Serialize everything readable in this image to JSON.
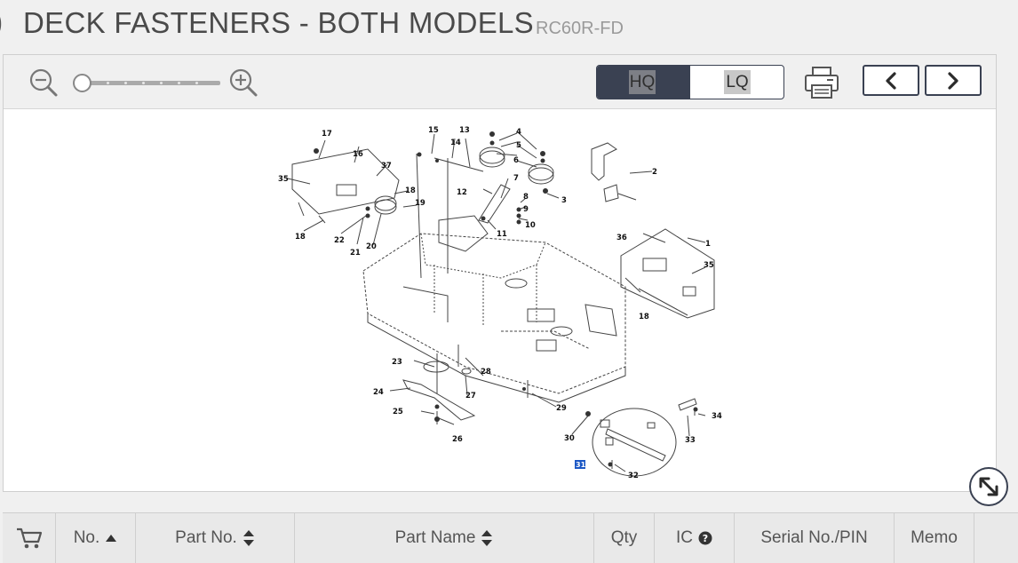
{
  "page": {
    "title": "DECK FASTENERS - BOTH MODELS",
    "model": "RC60R-FD",
    "leading_char": ")"
  },
  "toolbar": {
    "zoom_out_icon": "zoom-out-icon",
    "zoom_in_icon": "zoom-in-icon",
    "zoom_level": 0,
    "quality_options": [
      {
        "label": "HQ",
        "selected": true
      },
      {
        "label": "LQ",
        "selected": false
      }
    ],
    "print_icon": "printer-icon",
    "prev_icon": "chevron-left-icon",
    "next_icon": "chevron-right-icon",
    "fullscreen_icon": "expand-icon"
  },
  "diagram": {
    "callouts": [
      "1",
      "2",
      "3",
      "4",
      "5",
      "6",
      "7",
      "8",
      "9",
      "10",
      "11",
      "12",
      "13",
      "14",
      "15",
      "16",
      "17",
      "18",
      "18",
      "18",
      "19",
      "20",
      "21",
      "22",
      "23",
      "24",
      "25",
      "26",
      "27",
      "28",
      "29",
      "30",
      "31",
      "32",
      "33",
      "34",
      "35",
      "35",
      "36",
      "37"
    ],
    "highlighted_callout": "31"
  },
  "table": {
    "cart_icon": "cart-icon",
    "columns": [
      {
        "label": "",
        "sort": "none"
      },
      {
        "label": "No.",
        "sort": "asc"
      },
      {
        "label": "Part No.",
        "sort": "both"
      },
      {
        "label": "Part Name",
        "sort": "both"
      },
      {
        "label": "Qty",
        "sort": "none"
      },
      {
        "label": "IC",
        "sort": "help"
      },
      {
        "label": "Serial No./PIN",
        "sort": "none"
      },
      {
        "label": "Memo",
        "sort": "none"
      }
    ]
  },
  "colors": {
    "accent_dark": "#3a4152",
    "highlight_callout": "#1a56c4",
    "header_bg": "#e9e9e9",
    "toolbar_bg": "#f0f0f0"
  }
}
